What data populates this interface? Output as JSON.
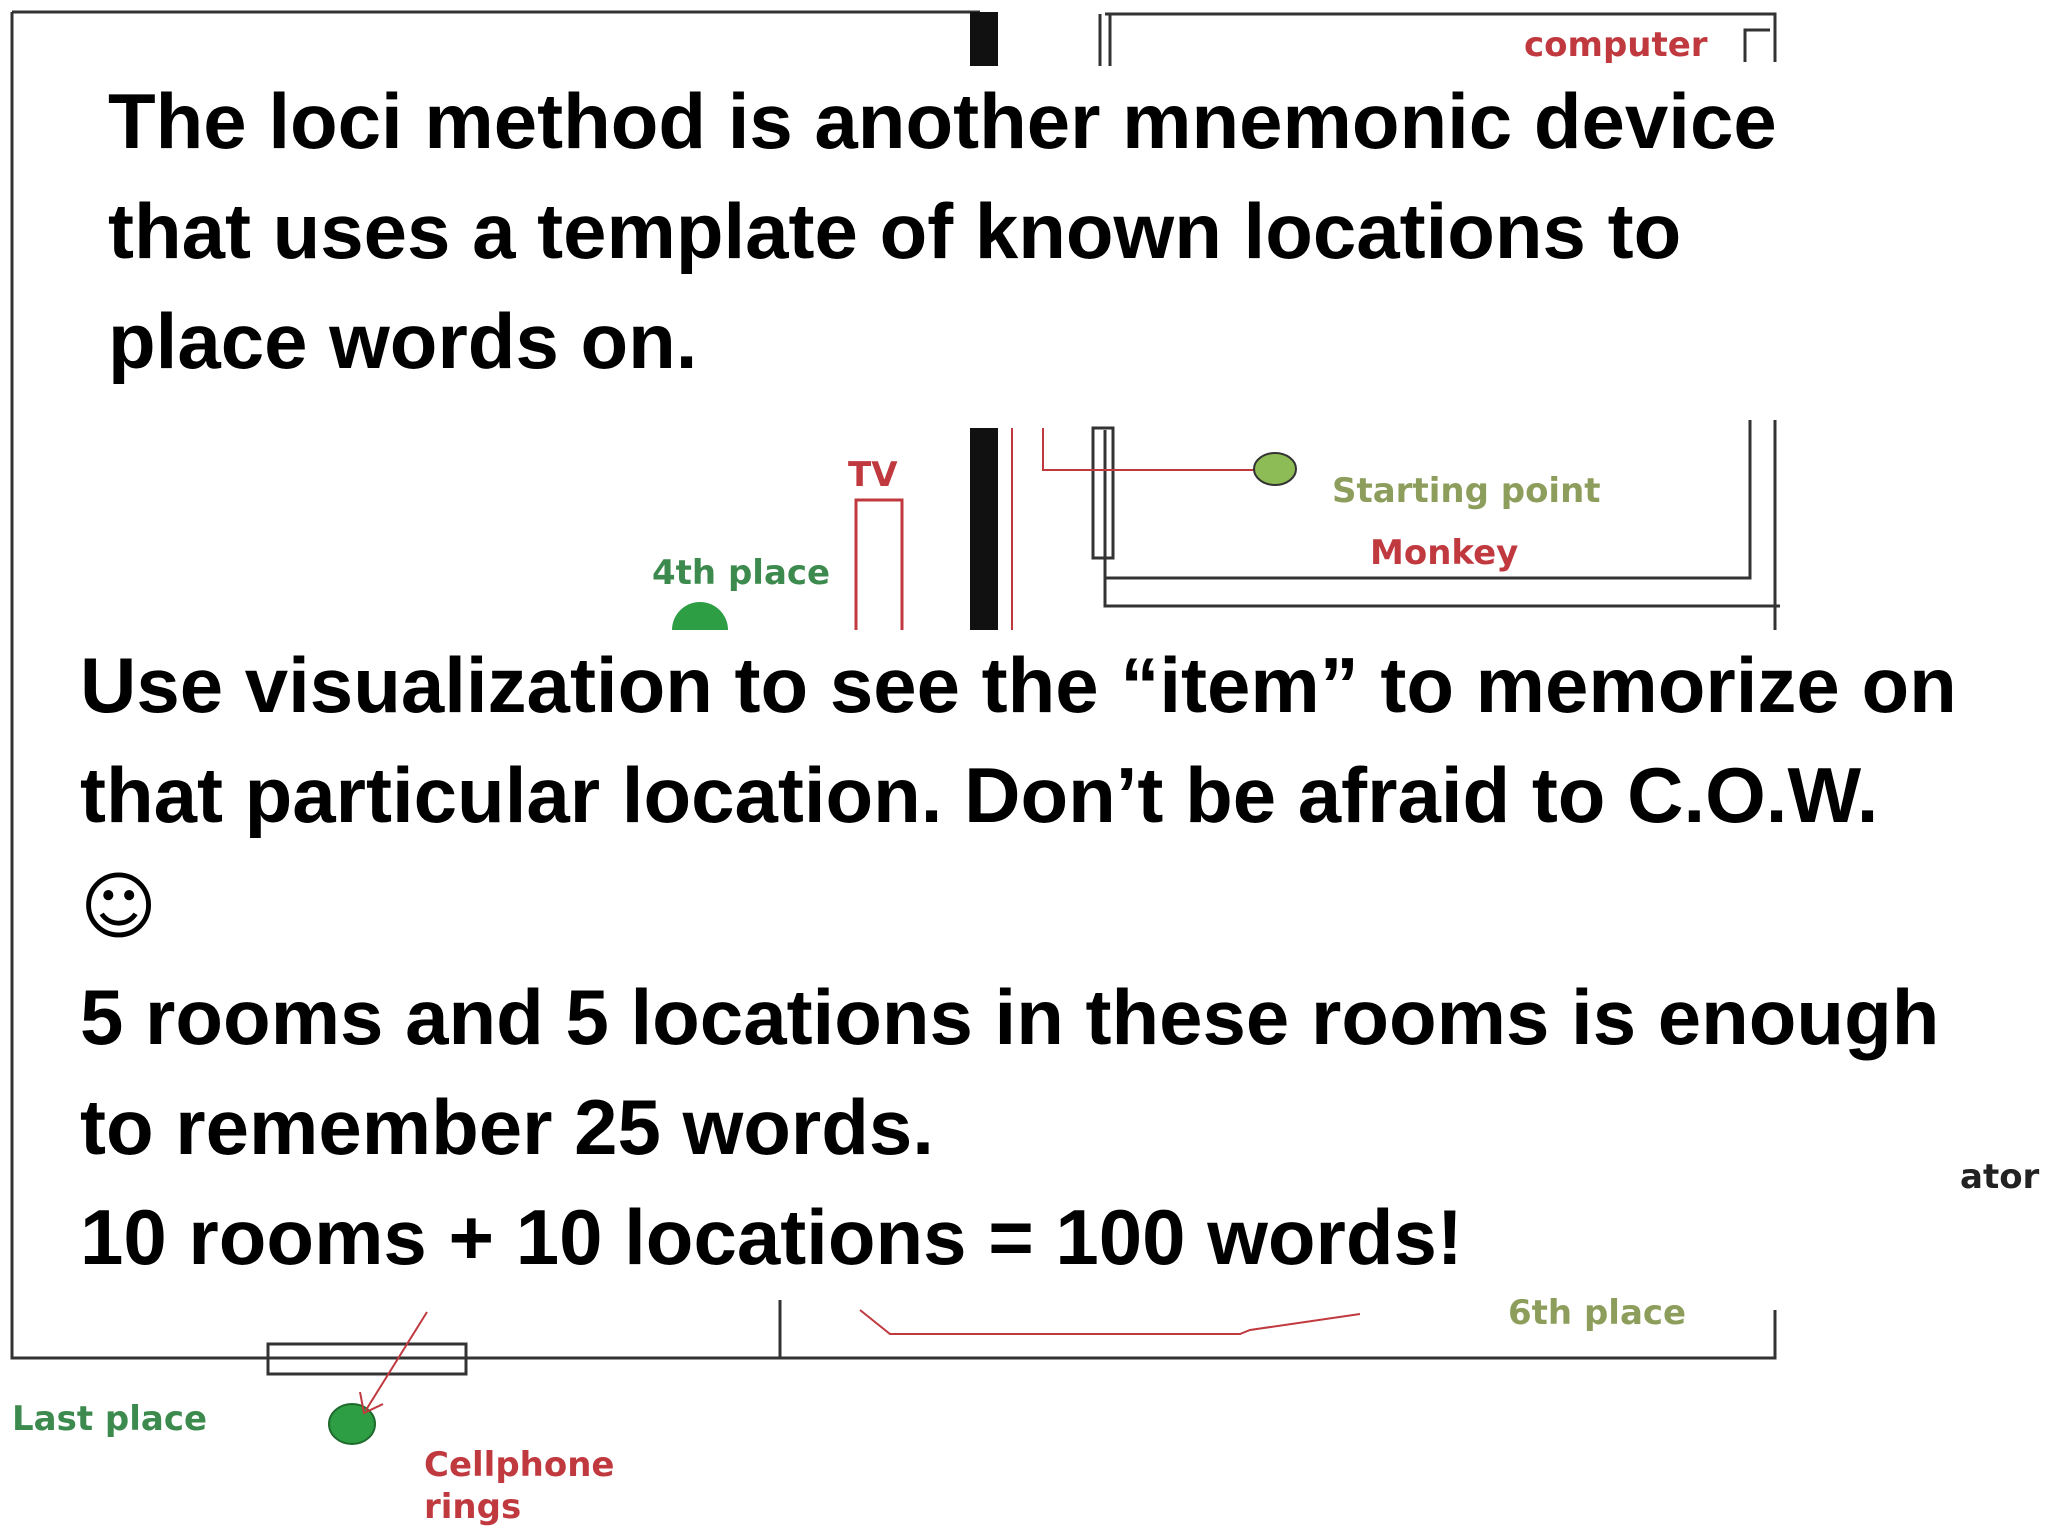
{
  "floor_plan": {
    "labels": {
      "computer": "computer",
      "tv": "TV",
      "fourth_place": "4th place",
      "starting_point": "Starting point",
      "monkey": "Monkey",
      "sixth_place": "6th place",
      "last_place": "Last place",
      "cellphone_line1": "Cellphone",
      "cellphone_line2": "rings",
      "refrigerator_partial": "ator"
    },
    "colors": {
      "wall": "#333333",
      "red_path": "#c0393f",
      "marker_green": "#2e9e44",
      "start_marker": "#8dbb55",
      "label_green": "#3c8a4e",
      "label_olive": "#8d9e5c"
    }
  },
  "slide": {
    "intro": "The loci method is another mnemonic device that uses a template of known locations to place words on.",
    "instructions": [
      "Use visualization to see the “item” to memorize on that particular location. Don’t be afraid to C.O.W.",
      "5 rooms and  5 locations in these rooms is enough to remember 25 words.",
      "10 rooms + 10 locations = 100 words!"
    ],
    "smiley": "☺"
  }
}
